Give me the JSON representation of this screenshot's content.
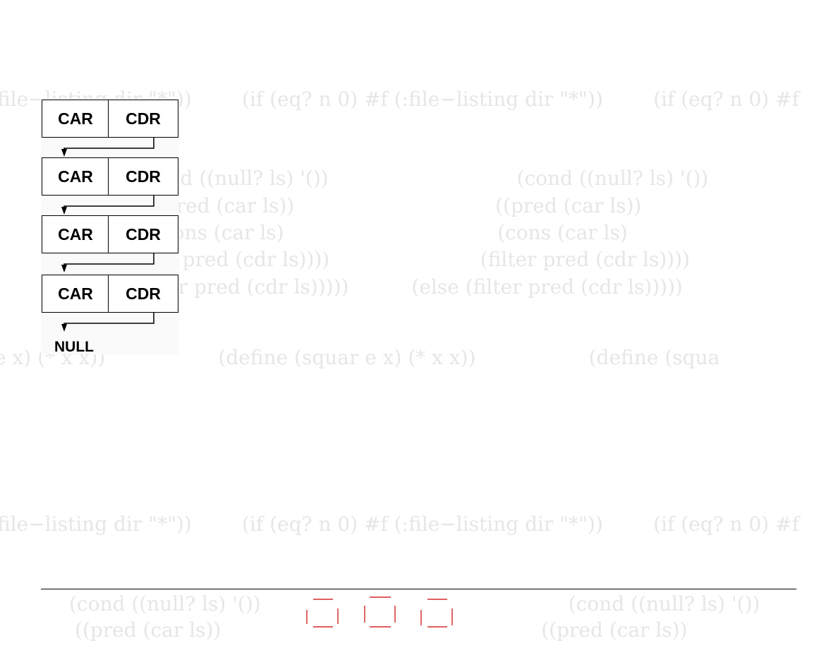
{
  "background": {
    "color": "#e6e6e6",
    "lines": [
      "file−listing dir \"*\"))        (if (eq? n 0) #f (:file−listing dir \"*\"))        (if (eq? n 0) #f",
      "(cond ((null? ls) '())                              (cond ((null? ls) '())",
      "((pred (car ls))                                ((pred (car ls))",
      "(cons (car ls)                                  (cons (car ls)",
      "(filter pred (cdr ls))))                        (filter pred (cdr ls))))",
      "(else (filter pred (cdr ls)))))          (else (filter pred (cdr ls)))))",
      "e x) (* x x))                  (define (squar e x) (* x x))                  (define (squa",
      "file−listing dir \"*\"))        (if (eq? n 0) #f (:file−listing dir \"*\"))        (if (eq? n 0) #f",
      "(cond ((null? ls) '())                                                 (cond ((null? ls) '())",
      "((pred (car ls))                                                   ((pred (car ls))"
    ]
  },
  "diagram": {
    "cells": [
      {
        "car": "CAR",
        "cdr": "CDR"
      },
      {
        "car": "CAR",
        "cdr": "CDR"
      },
      {
        "car": "CAR",
        "cdr": "CDR"
      },
      {
        "car": "CAR",
        "cdr": "CDR"
      }
    ],
    "terminal": "NULL"
  },
  "nav_icons": {
    "color": "#cc0000",
    "items": [
      "nav-icon-1",
      "nav-icon-2",
      "nav-icon-3"
    ]
  }
}
